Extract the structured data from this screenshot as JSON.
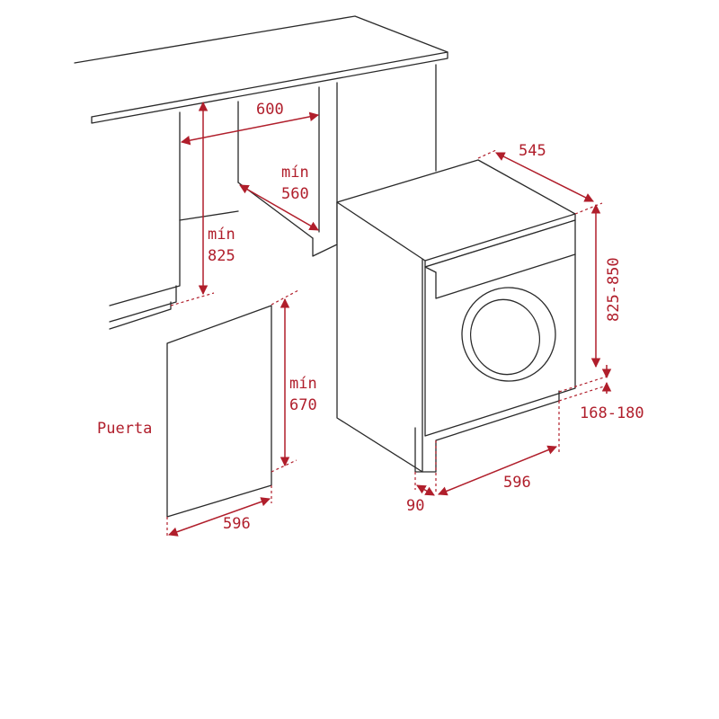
{
  "colors": {
    "outline": "#2a2a2a",
    "dimension": "#b01e2b",
    "background": "#ffffff"
  },
  "labels": {
    "cavity_width": "600",
    "cavity_depth_min": "mín",
    "cavity_depth_value": "560",
    "cavity_height_min": "mín",
    "cavity_height_value": "825",
    "door_label": "Puerta",
    "door_height_min": "mín",
    "door_height_value": "670",
    "door_width": "596",
    "appliance_depth": "545",
    "appliance_height": "825-850",
    "plinth_height": "168-180",
    "appliance_width": "596",
    "plinth_offset": "90"
  }
}
